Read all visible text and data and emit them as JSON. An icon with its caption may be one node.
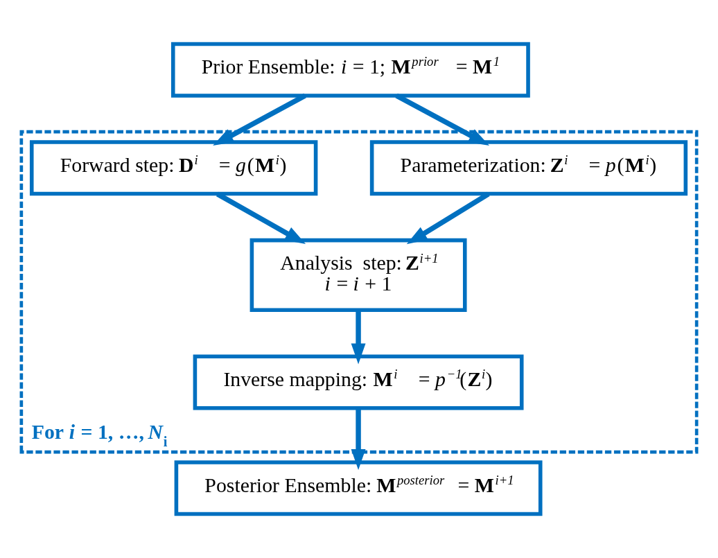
{
  "diagram": {
    "nodes": [
      {
        "text": [
          "Prior Ensemble: *i* = 1; **M**$^{prior}$ = **M**$^{1}$"
        ]
      },
      {
        "text": [
          "For *i* = 1, …, *N*$_{i}$"
        ]
      },
      {
        "text": [
          "Forward step: **D**$^{i}$ = *g*(**M**$^{i}$)"
        ],
        "in": 1
      },
      {
        "text": [
          "Parameterization: **Z**$^{i}$ = *p*(**M**$^{i}$)"
        ],
        "in": 1
      },
      {
        "text": [
          "Analysis  step: **Z**$^{i+1}$",
          "*i* = *i* + 1"
        ],
        "in": 1
      },
      {
        "text": [
          "Inverse mapping: **M**$^{i}$ = *p*$^{−1}$(**Z**$^{i}$)"
        ],
        "in": 1
      },
      {
        "text": [
          "Posterior Ensemble: **M**$^{posterior}$ = **M**$^{i+1}$"
        ]
      }
    ],
    "edges": [
      {
        "from": 0,
        "to": 2,
        "arrow": "to"
      },
      {
        "from": 0,
        "to": 3,
        "arrow": "to"
      },
      {
        "from": 2,
        "to": 4,
        "arrow": "to"
      },
      {
        "from": 3,
        "to": 4,
        "arrow": "to"
      },
      {
        "from": 4,
        "to": 5,
        "arrow": "to"
      },
      {
        "from": 5,
        "to": 6,
        "arrow": "to"
      }
    ]
  }
}
